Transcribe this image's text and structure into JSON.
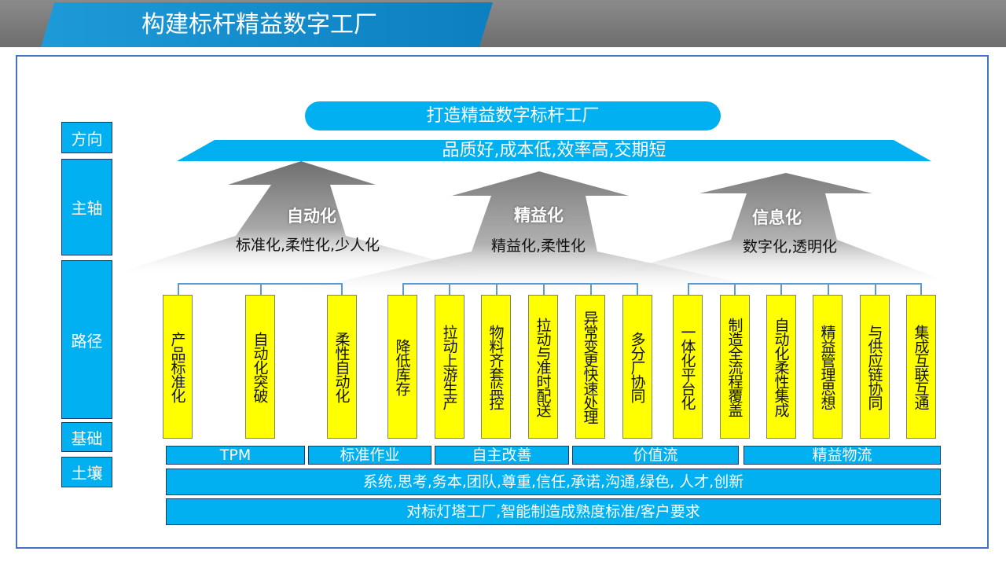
{
  "title": "构建标杆精益数字工厂",
  "side_labels": [
    "方向",
    "主轴",
    "路径",
    "基础",
    "土壤"
  ],
  "goal": "打造精益数字标杆工厂",
  "direction": "品质好,成本低,效率高,交期短",
  "axes": [
    {
      "title": "自动化",
      "subtitle": "标准化,柔性化,少人化"
    },
    {
      "title": "精益化",
      "subtitle": "精益化,柔性化"
    },
    {
      "title": "信息化",
      "subtitle": "数字化,透明化"
    }
  ],
  "paths": [
    "产品标准化",
    "自动化突破",
    "柔性自动化",
    "降低库存",
    "拉动上游生产",
    "物料齐套监控",
    "拉动与准时配送",
    "异常变更快速处理",
    "多分厂协同",
    "一体化平台化",
    "制造全流程覆盖",
    "自动化柔性集成",
    "精益管理思想",
    "与供应链协同",
    "集成互联互通"
  ],
  "foundation": [
    "TPM",
    "标准作业",
    "自主改善",
    "价值流",
    "精益物流"
  ],
  "soil": [
    "系统,思考,务本,团队,尊重,信任,承诺,沟通,绿色, 人才,创新",
    "对标灯塔工厂,智能制造成熟度标准/客户要求"
  ]
}
